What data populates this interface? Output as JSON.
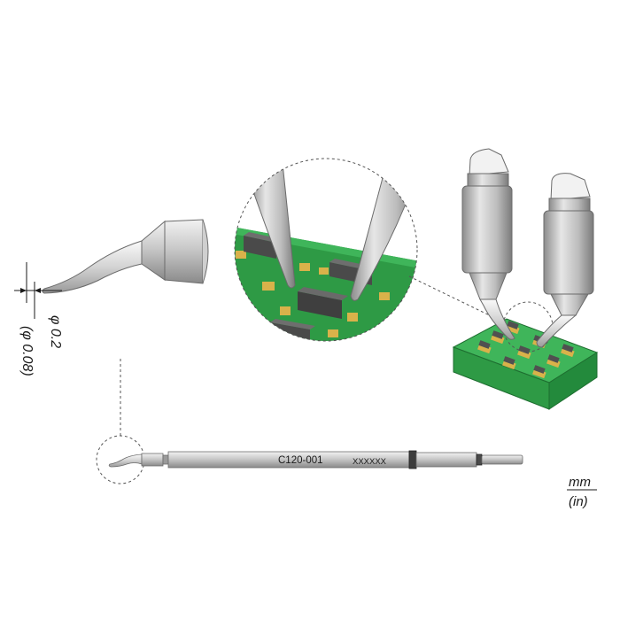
{
  "tip": {
    "model": "C120-001",
    "serial": "XXXXXX",
    "diameter_mm": "φ 0.2",
    "diameter_in": "(φ 0.08)"
  },
  "units": {
    "primary": "mm",
    "secondary": "(in)"
  },
  "colors": {
    "pcb_green": "#2e9a45",
    "pad_gold": "#d9b24a",
    "component": "#4a4a4a",
    "steel": "#bdbdbd"
  }
}
